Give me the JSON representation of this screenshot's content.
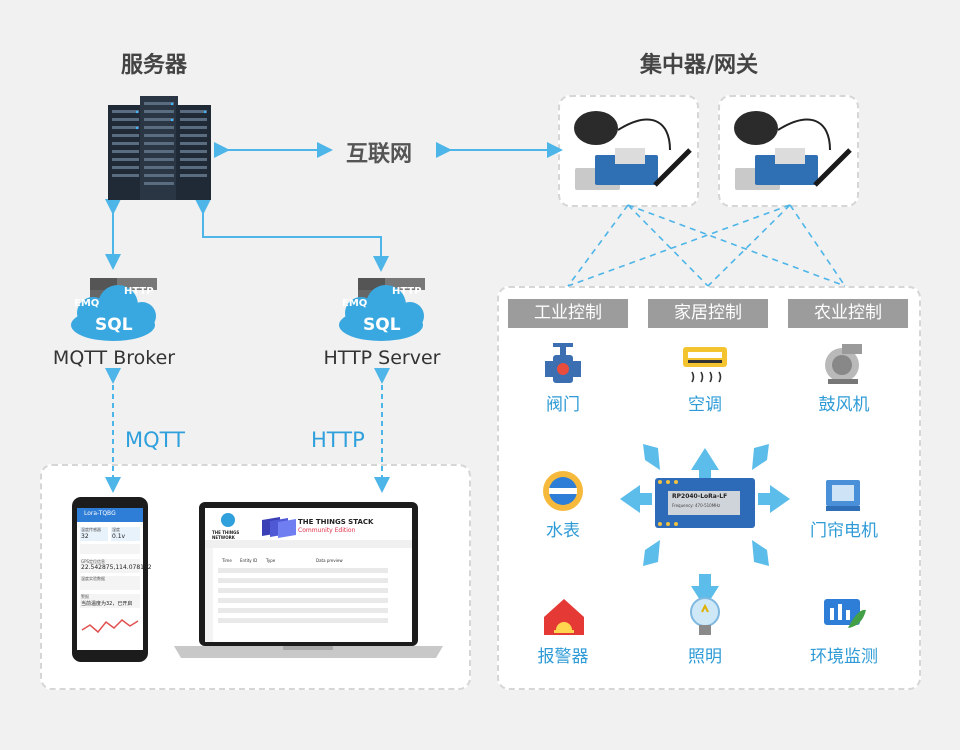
{
  "titles": {
    "server": "服务器",
    "gateway": "集中器/网关",
    "internet": "互联网"
  },
  "nodes": {
    "mqtt_broker": "MQTT Broker",
    "http_server": "HTTP Server",
    "cloud_tag_emq": "EMQ",
    "cloud_tag_http": "HTTP",
    "cloud_tag_sql": "SQL"
  },
  "protocols": {
    "mqtt": "MQTT",
    "http": "HTTP"
  },
  "tabs": [
    "工业控制",
    "家居控制",
    "农业控制"
  ],
  "devices": {
    "valve": "阀门",
    "ac": "空调",
    "blower": "鼓风机",
    "water_meter": "水表",
    "curtain_motor": "门帘电机",
    "alarm": "报警器",
    "lighting": "照明",
    "env_monitor": "环境监测"
  },
  "board": {
    "name": "RP2040-LoRa-LF",
    "sub": "Frequency: 470-510MHz"
  },
  "phone": {
    "app_title": "Lora-TQBG",
    "row1_label": "温度传感器",
    "row1_value": "32",
    "row2_label": "湿度",
    "row2_value": "0.1v",
    "gps_label": "GPS定位信息",
    "gps_value": "22.542875,114.078152",
    "section": "温度实验数据",
    "alert_label": "警报",
    "alert_value": "当前温度为32，已开启"
  },
  "laptop": {
    "logo_top": "THE THINGS",
    "logo_bottom": "NETWORK",
    "stack_title": "THE THINGS STACK",
    "stack_sub": "Community Edition",
    "col_time": "Time",
    "col_entity": "Entity ID",
    "col_type": "Type",
    "col_data": "Data preview"
  },
  "colors": {
    "accent": "#2fa0dc",
    "arrow": "#4db5e8",
    "tab_gray": "#9c9c9c"
  }
}
